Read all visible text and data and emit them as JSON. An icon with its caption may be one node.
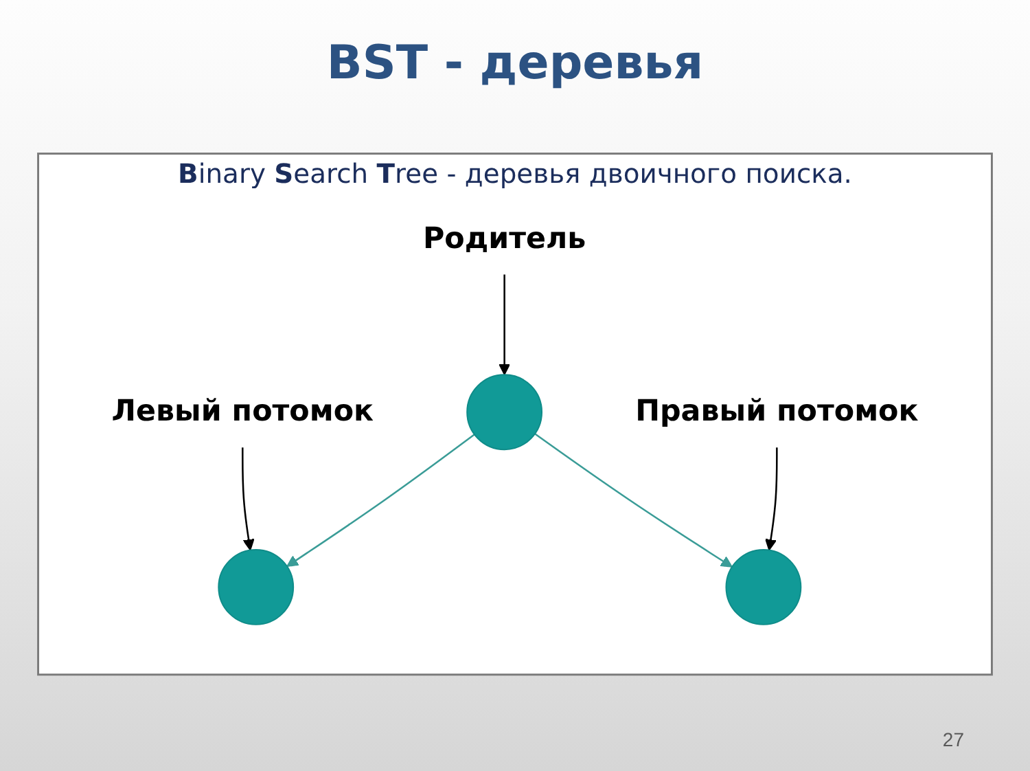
{
  "diagram": {
    "title": "BST - деревья",
    "nodes": [
      {
        "text": [
          "**B**inary **S**earch **T**ree - деревья двоичного поиска."
        ]
      },
      {
        "text": [],
        "shape": "circle",
        "in": 0
      },
      {
        "text": [
          "Родитель"
        ],
        "in": 0
      },
      {
        "text": [],
        "shape": "circle",
        "in": 0
      },
      {
        "text": [],
        "shape": "circle",
        "in": 0
      },
      {
        "text": [
          "Левый потомок"
        ],
        "in": 0
      },
      {
        "text": [
          "Правый потомок"
        ],
        "in": 0
      }
    ],
    "edges": [
      {
        "from": 1,
        "to": 3,
        "arrow": "to",
        "color": "#3a9c97"
      },
      {
        "from": 1,
        "to": 4,
        "arrow": "to",
        "color": "#3a9c97"
      },
      {
        "from": 2,
        "to": 1,
        "arrow": "to"
      },
      {
        "from": 5,
        "to": 3,
        "arrow": "to"
      },
      {
        "from": 6,
        "to": 4,
        "arrow": "to"
      }
    ],
    "labels": [
      "27"
    ]
  }
}
